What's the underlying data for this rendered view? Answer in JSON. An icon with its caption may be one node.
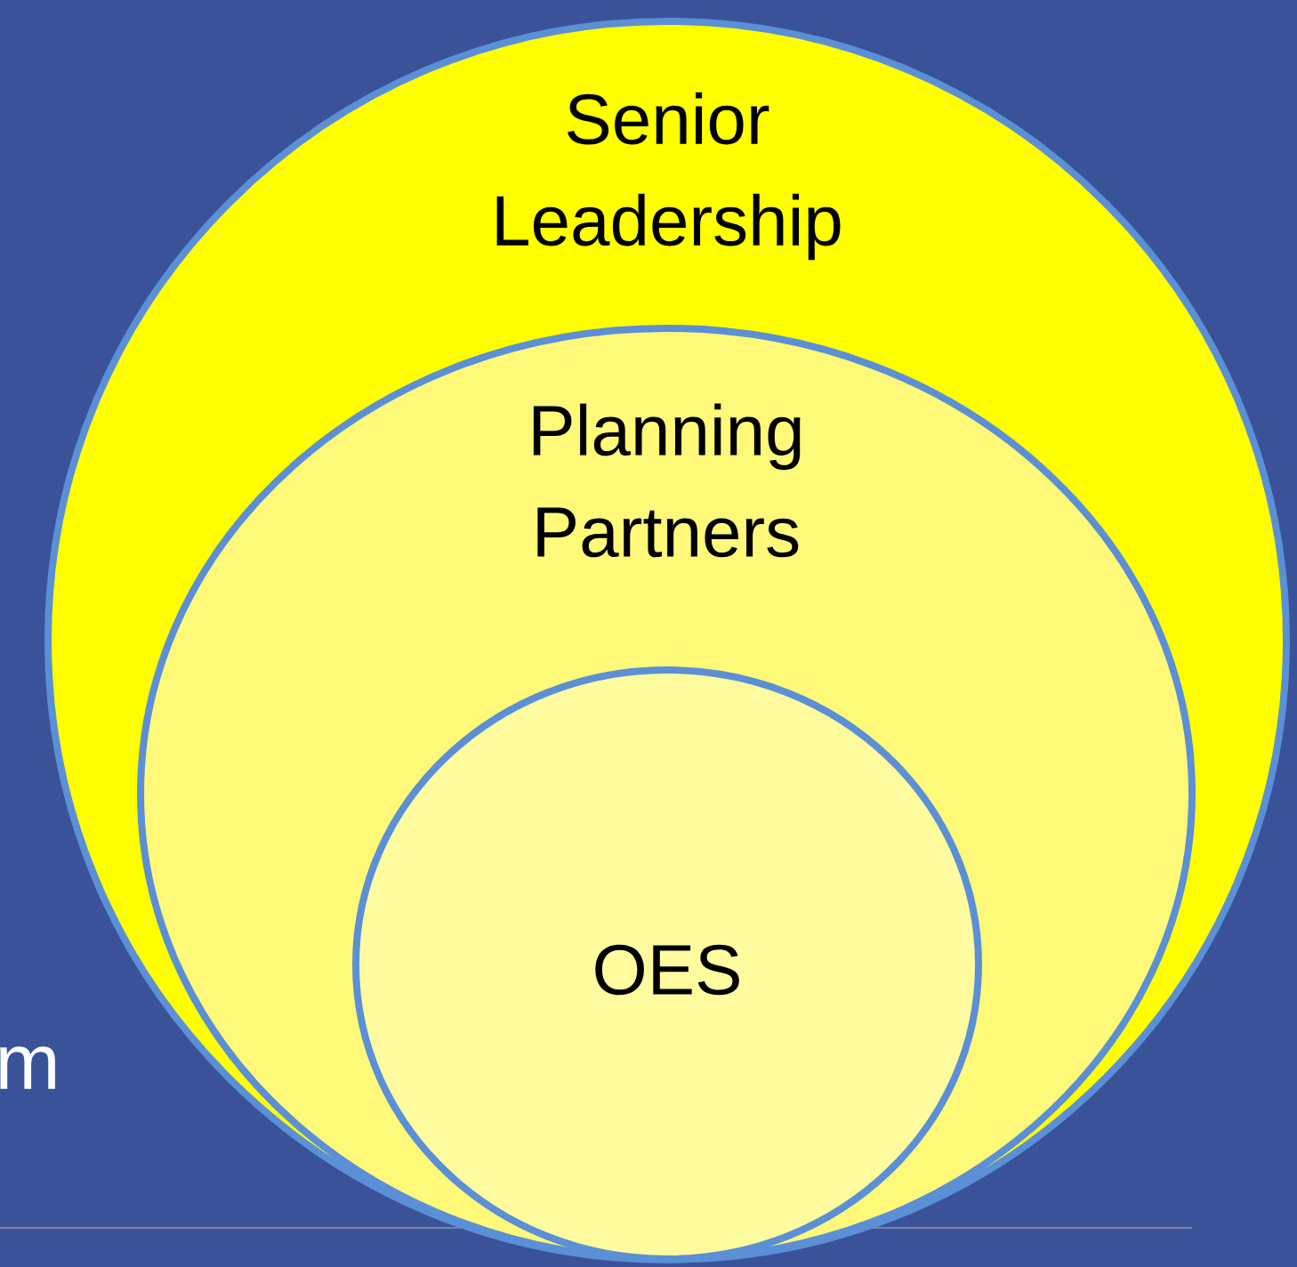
{
  "diagram": {
    "nodes": [
      {
        "text": [
          "Senior Leadership"
        ]
      },
      {
        "text": [
          "Planning Partners"
        ],
        "in": 0
      },
      {
        "text": [
          "OES"
        ],
        "in": 1
      }
    ],
    "labels": [
      "m"
    ]
  }
}
